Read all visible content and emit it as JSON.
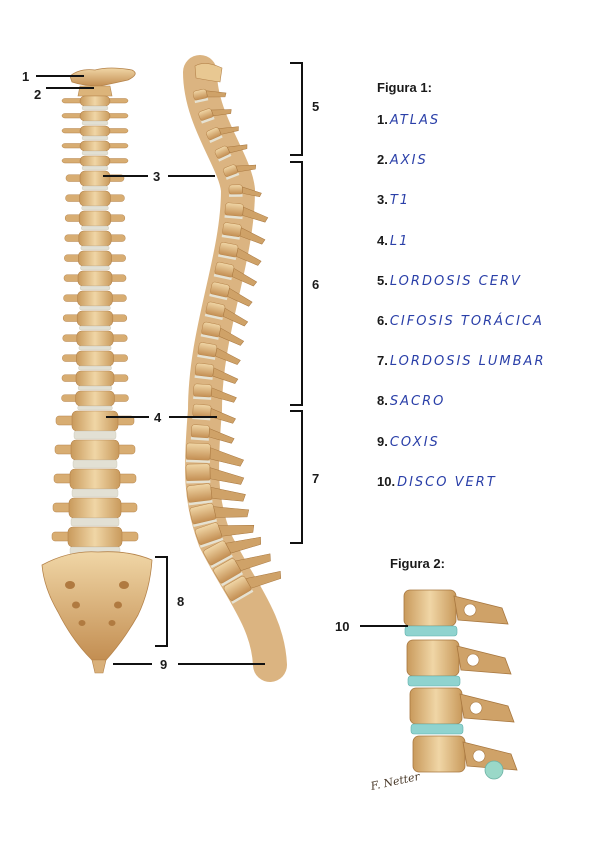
{
  "figure1": {
    "title": "Figura 1:",
    "labels": [
      "1",
      "2",
      "3",
      "4",
      "5",
      "6",
      "7",
      "8",
      "9"
    ],
    "answers": [
      {
        "num": "1.",
        "text": "ATLAS"
      },
      {
        "num": "2.",
        "text": "AXIS"
      },
      {
        "num": "3.",
        "text": "T1"
      },
      {
        "num": "4.",
        "text": "L1"
      },
      {
        "num": "5.",
        "text": "LORDOSIS CERV"
      },
      {
        "num": "6.",
        "text": "CIFOSIS TORÁCICA"
      },
      {
        "num": "7.",
        "text": "LORDOSIS LUMBAR"
      },
      {
        "num": "8.",
        "text": "SACRO"
      },
      {
        "num": "9.",
        "text": "COXIS"
      },
      {
        "num": "10.",
        "text": "DISCO VERT"
      }
    ]
  },
  "figure2": {
    "title": "Figura 2:",
    "label": "10",
    "signature": "F. Netter"
  },
  "colors": {
    "bone": "#e8c892",
    "bone_shade": "#c99a5c",
    "disc": "#dcdcd0",
    "disc_blue": "#8fd3cf",
    "ink": "#2a3fa8",
    "line": "#111111"
  }
}
